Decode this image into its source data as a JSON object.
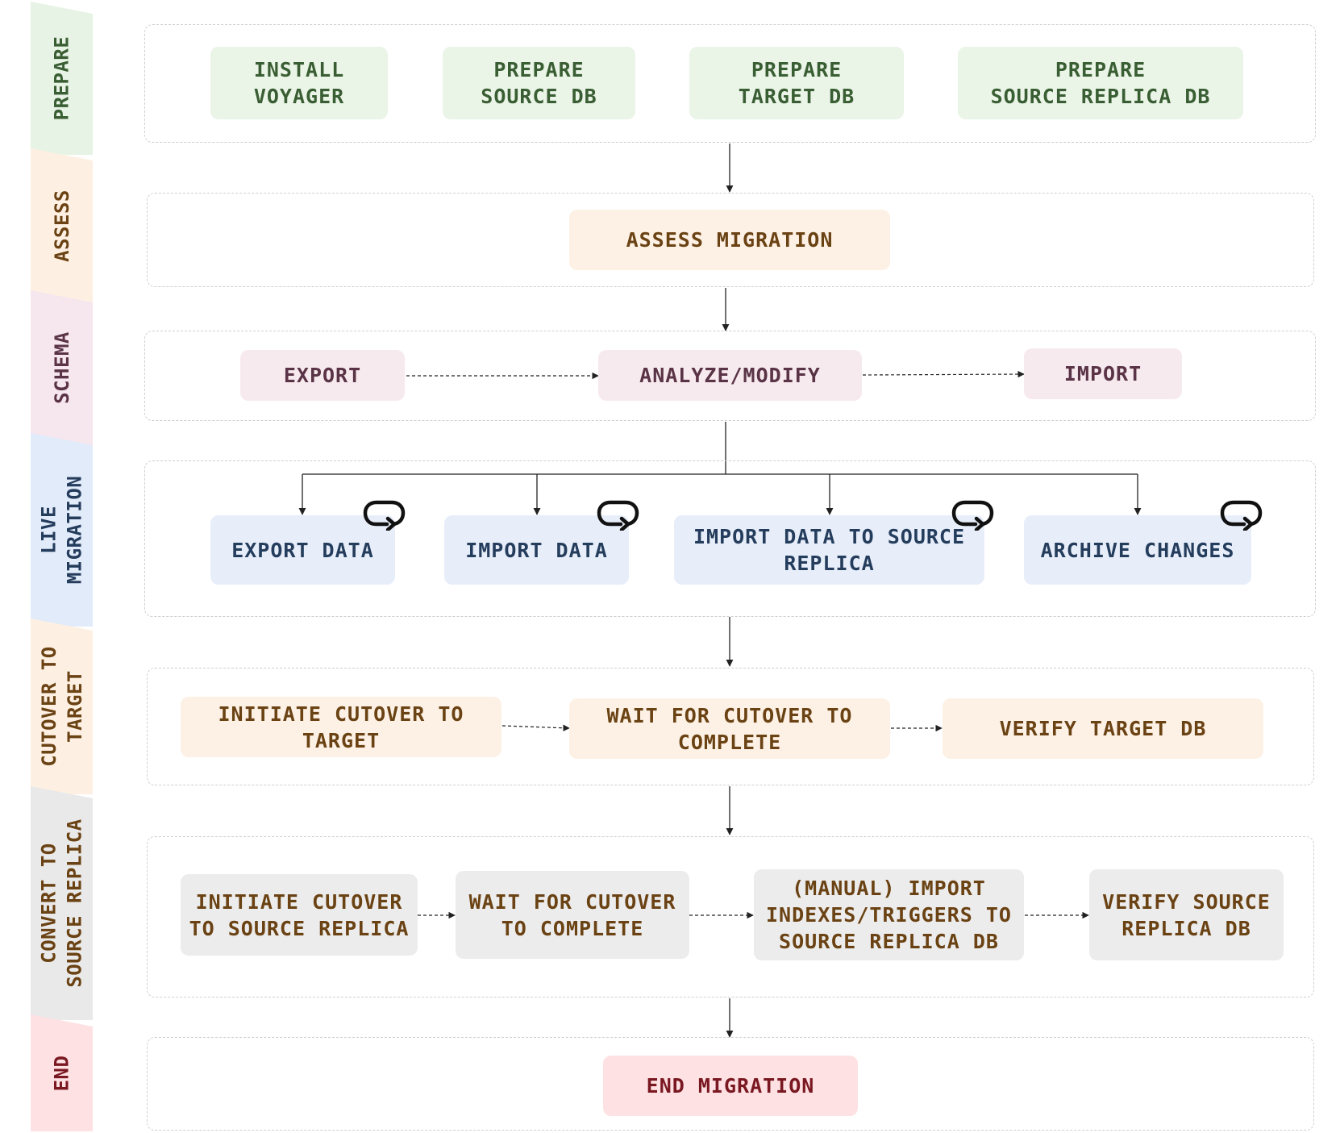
{
  "stages": [
    {
      "key": "prepare",
      "label": "PREPARE",
      "color": "#e7f3e4",
      "text_color": "#3a5e33"
    },
    {
      "key": "assess",
      "label": "ASSESS",
      "color": "#fdf0e3",
      "text_color": "#6a4213"
    },
    {
      "key": "schema",
      "label": "SCHEMA",
      "color": "#f6e6ee",
      "text_color": "#5a3446"
    },
    {
      "key": "live",
      "label": "LIVE\nMIGRATION",
      "color": "#e2ebfa",
      "text_color": "#253d5c"
    },
    {
      "key": "cutover_target",
      "label": "CUTOVER TO\nTARGET",
      "color": "#fdf0e3",
      "text_color": "#6a4213"
    },
    {
      "key": "convert",
      "label": "CONVERT TO\nSOURCE REPLICA",
      "color": "#e9e9e9",
      "text_color": "#6a4213"
    },
    {
      "key": "end",
      "label": "END",
      "color": "#fde1e3",
      "text_color": "#7a1821"
    }
  ],
  "prepare": {
    "install_voyager": "INSTALL\nVOYAGER",
    "prepare_source_db": "PREPARE\nSOURCE DB",
    "prepare_target_db": "PREPARE\nTARGET DB",
    "prepare_source_replica_db": "PREPARE\nSOURCE REPLICA DB"
  },
  "assess": {
    "assess_migration": "ASSESS MIGRATION"
  },
  "schema": {
    "export": "EXPORT",
    "analyze_modify": "ANALYZE/MODIFY",
    "import": "IMPORT"
  },
  "live": {
    "export_data": "EXPORT DATA",
    "import_data": "IMPORT DATA",
    "import_data_to_source_replica": "IMPORT DATA TO SOURCE\nREPLICA",
    "archive_changes": "ARCHIVE CHANGES"
  },
  "cutover_target": {
    "initiate": "INITIATE CUTOVER TO\nTARGET",
    "wait": "WAIT FOR CUTOVER TO\nCOMPLETE",
    "verify": "VERIFY TARGET DB"
  },
  "convert": {
    "initiate": "INITIATE CUTOVER\nTO SOURCE REPLICA",
    "wait": "WAIT FOR CUTOVER\nTO COMPLETE",
    "manual_import": "(MANUAL) IMPORT\nINDEXES/TRIGGERS TO\nSOURCE REPLICA DB",
    "verify": "VERIFY SOURCE\nREPLICA DB"
  },
  "end": {
    "end_migration": "END MIGRATION"
  },
  "icons": {
    "loop": "loop-arrow-icon",
    "arrow": "arrow-down-icon"
  }
}
